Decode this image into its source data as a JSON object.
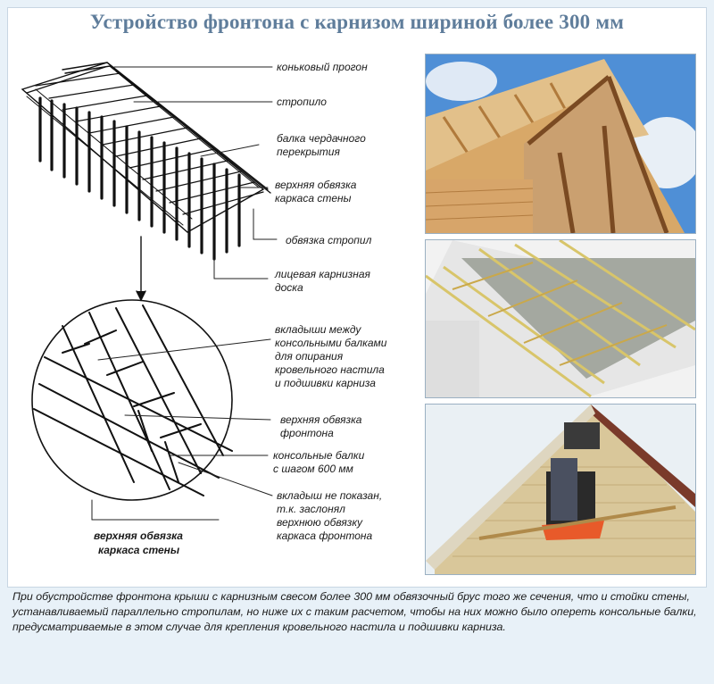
{
  "title": "Устройство фронтона с карнизом шириной более 300 мм",
  "labels": {
    "ridge_purlin": "коньковый прогон",
    "rafter": "стропило",
    "attic_beam_1": "балка чердачного",
    "attic_beam_2": "перекрытия",
    "top_plate_wall_1": "верхняя обвязка",
    "top_plate_wall_2": "каркаса стены",
    "rafter_tie": "обвязка стропил",
    "fascia_1": "лицевая карнизная",
    "fascia_2": "доска",
    "inserts_1": "вкладыши между",
    "inserts_2": "консольными балками",
    "inserts_3": "для опирания",
    "inserts_4": "кровельного настила",
    "inserts_5": "и подшивки карниза",
    "gable_top_plate_1": "верхняя обвязка",
    "gable_top_plate_2": "фронтона",
    "cantilever_1": "консольные балки",
    "cantilever_2": "с шагом 600 мм",
    "hidden_1": "вкладыш не показан,",
    "hidden_2": "т.к. заслонял",
    "hidden_3": "верхнюю обвязку",
    "hidden_4": "каркаса фронтона",
    "wall_plate_1": "верхняя обвязка",
    "wall_plate_2": "каркаса стены"
  },
  "caption": "При обустройстве фронтона крыши с карнизным свесом более 300 мм обвязочный брус того же сечения, что и стойки стены, устанавливаемый параллельно стропилам, но ниже их с таким расчетом, чтобы на них можно было опереть консольные балки, предусматриваемые в этом случае для крепления кровельного настила и подшивки карниза.",
  "colors": {
    "title": "#5f7d9b",
    "sky": "#5a9ad8",
    "wood": "#d9a766",
    "shingle": "#8a3c2c"
  }
}
